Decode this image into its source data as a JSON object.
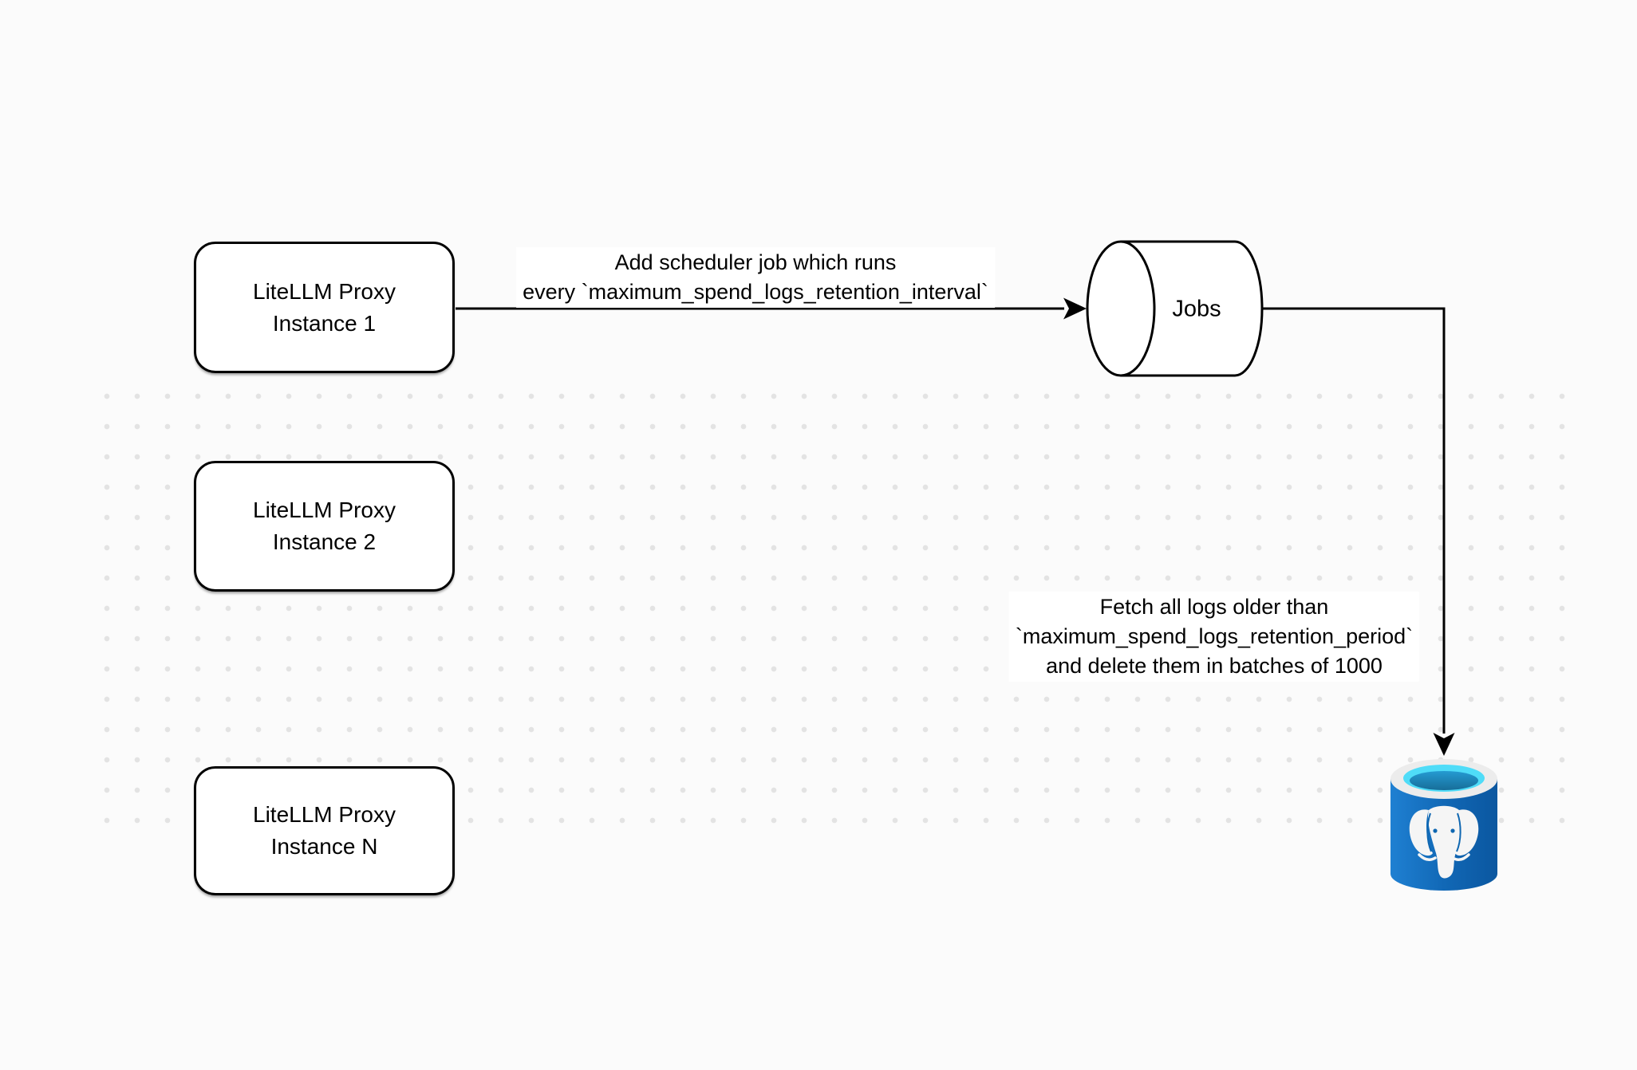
{
  "diagram": {
    "background_color": "#fbfbfb",
    "dot_color": "#e3e3e3",
    "stroke_color": "#000000",
    "nodes": {
      "proxy1": {
        "label": "LiteLLM Proxy\nInstance 1"
      },
      "proxy2": {
        "label": "LiteLLM Proxy\nInstance 2"
      },
      "proxyN": {
        "label": "LiteLLM Proxy\nInstance N"
      },
      "jobs": {
        "label": "Jobs",
        "shape": "horizontal-cylinder"
      },
      "postgres": {
        "icon": "postgresql-database-icon",
        "colors": {
          "body_light": "#1f80d2",
          "body": "#1168b6",
          "body_dark": "#0b57a0",
          "rim": "#ececec",
          "ring": "#4fdcf8",
          "pool_top": "#259bd2",
          "pool_bottom": "#176d99",
          "elephant": "#f5f5f5",
          "detail": "#0f67b1"
        }
      }
    },
    "edges": {
      "add_scheduler": {
        "label": "Add scheduler job which runs\nevery `maximum_spend_logs_retention_interval`"
      },
      "fetch_logs": {
        "label": "Fetch all logs older than\n`maximum_spend_logs_retention_period`\nand delete them in batches of 1000"
      }
    }
  }
}
